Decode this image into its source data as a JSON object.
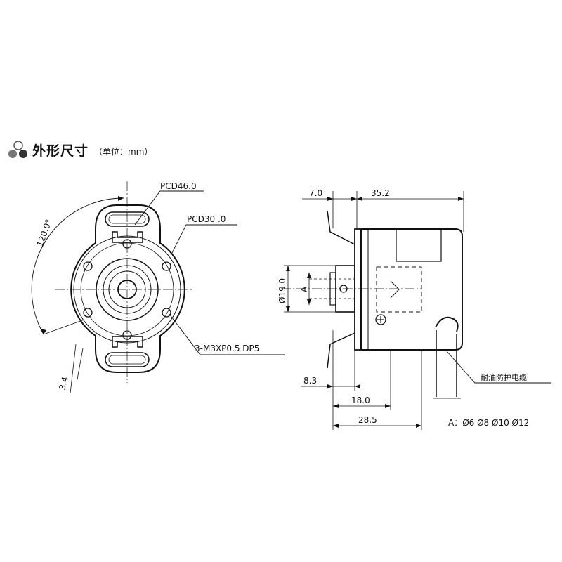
{
  "header": {
    "title": "外形尺寸",
    "unit": "（单位：mm）"
  },
  "front_view": {
    "angle": "120.0°",
    "pcd_outer": "PCD46.0",
    "pcd_inner": "PCD30 .0",
    "thread": "3-M3XP0.5 DP5",
    "thickness": "3.4"
  },
  "side_view": {
    "flange_len": "7.0",
    "body_len": "35.2",
    "diameter": "Ø19.0",
    "shaft_label": "A",
    "shaft_len": "8.3",
    "body_len2": "18.0",
    "total_len": "28.5",
    "cable_note": "耐油防护电缆",
    "shaft_options": "A：Ø6  Ø8  Ø10  Ø12"
  }
}
